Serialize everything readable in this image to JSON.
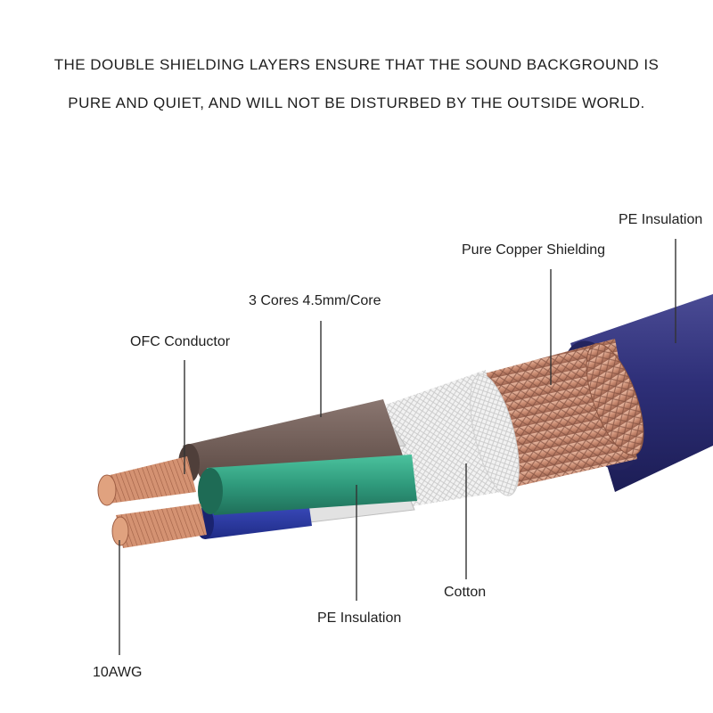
{
  "headline": {
    "line1": "THE DOUBLE SHIELDING LAYERS ENSURE THAT THE SOUND BACKGROUND IS",
    "line2": "PURE AND QUIET, AND WILL NOT BE DISTURBED BY THE OUTSIDE WORLD."
  },
  "labels": {
    "pe_insulation_outer": "PE Insulation",
    "pure_copper_shielding": "Pure Copper Shielding",
    "cores": "3 Cores  4.5mm/Core",
    "ofc_conductor": "OFC Conductor",
    "cotton": "Cotton",
    "pe_insulation_inner": "PE Insulation",
    "gauge": "10AWG"
  },
  "colors": {
    "outer_jacket": "#2e2f78",
    "copper_braid": "#c98a70",
    "cotton_wrap": "#eeeeee",
    "brown_core": "#6e5a55",
    "green_core": "#2f9a7c",
    "blue_core": "#2d3fae",
    "conductor_copper": "#cf8a6a"
  }
}
